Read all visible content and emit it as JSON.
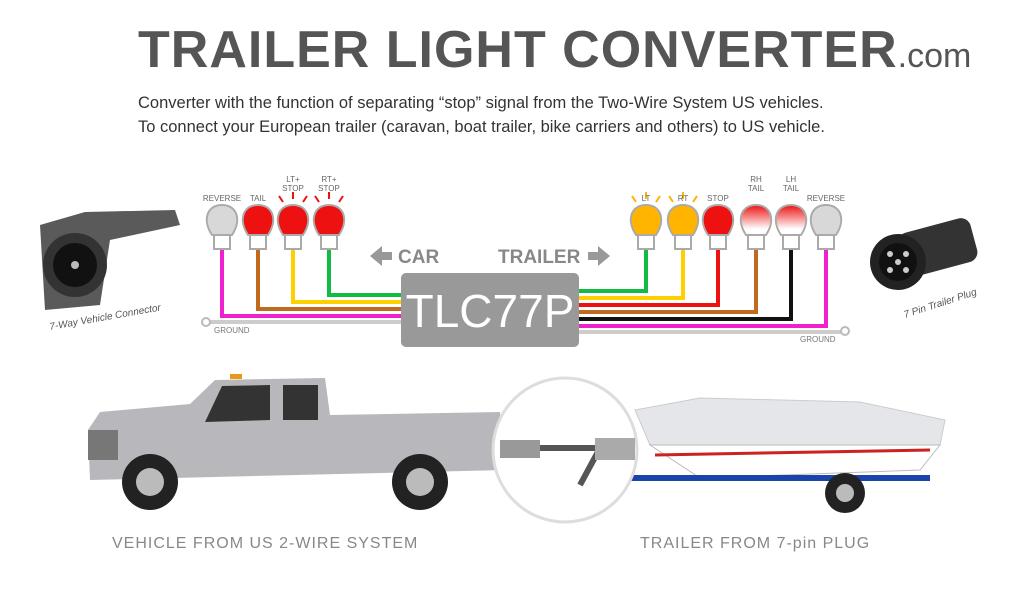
{
  "header": {
    "title": "TRAILER LIGHT CONVERTER",
    "domain": ".com",
    "lines": [
      "Converter with the function of separating “stop” signal from the Two-Wire System US vehicles.",
      "To connect your European trailer (caravan, boat trailer, bike carriers and others) to US vehicle."
    ]
  },
  "diagram": {
    "box_label": "TLC77P",
    "car_label": "CAR",
    "trailer_label": "TRAILER",
    "left_connector": "7-Way Vehicle Connector",
    "right_connector": "7 Pin Trailer Plug",
    "ground": "GROUND",
    "car_bulbs": [
      {
        "l1": "",
        "l2": "REVERSE",
        "fill": "#d8d8d8",
        "wire": "#ee22cc"
      },
      {
        "l1": "",
        "l2": "TAIL",
        "fill": "#ee1111",
        "wire": "#c06a20"
      },
      {
        "l1": "LT+",
        "l2": "STOP",
        "fill": "#ee1111",
        "wire": "#ffd000",
        "rays": "#ee1111"
      },
      {
        "l1": "RT+",
        "l2": "STOP",
        "fill": "#ee1111",
        "wire": "#11bb44",
        "rays": "#ee1111"
      }
    ],
    "trailer_bulbs": [
      {
        "l1": "",
        "l2": "LT",
        "fill": "#ffb400",
        "wire": "#11bb44",
        "rays": "#ffb400"
      },
      {
        "l1": "",
        "l2": "RT",
        "fill": "#ffb400",
        "wire": "#ffd000",
        "rays": "#ffb400"
      },
      {
        "l1": "",
        "l2": "STOP",
        "fill": "#ee1111",
        "wire": "#ee1111"
      },
      {
        "l1": "RH",
        "l2": "TAIL",
        "fill": "grad",
        "wire": "#c06a20"
      },
      {
        "l1": "LH",
        "l2": "TAIL",
        "fill": "grad",
        "wire": "#111111"
      },
      {
        "l1": "",
        "l2": "REVERSE",
        "fill": "#d8d8d8",
        "wire": "#ee22cc"
      }
    ]
  },
  "footer": {
    "left": "VEHICLE FROM US 2-WIRE SYSTEM",
    "right": "TRAILER FROM 7-pin PLUG"
  }
}
